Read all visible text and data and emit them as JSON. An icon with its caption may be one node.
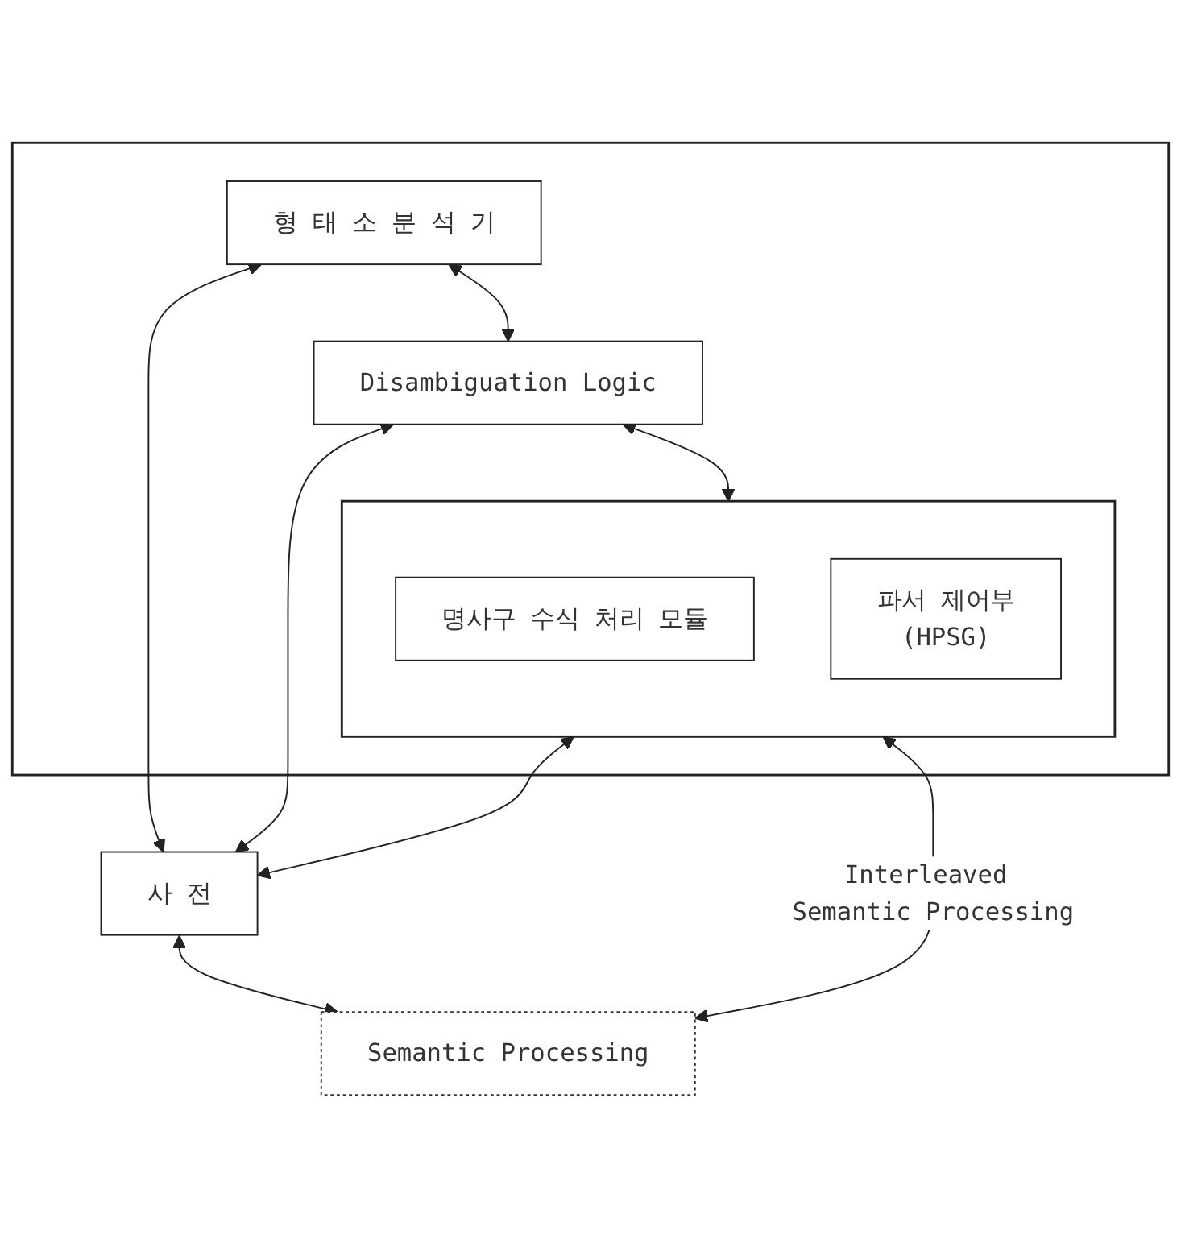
{
  "diagram": {
    "nodes": [
      {
        "text": [],
        "shape": "box"
      },
      {
        "text": [
          "형 태 소 분 석 기"
        ],
        "in": 0
      },
      {
        "text": [
          "Disambiguation Logic"
        ],
        "in": 0
      },
      {
        "text": [],
        "shape": "box",
        "in": 0
      },
      {
        "text": [
          "명사구 수식 처리 모듈"
        ],
        "in": 3
      },
      {
        "text": [
          "파서 제어부",
          "(HPSG)"
        ],
        "in": 3
      },
      {
        "text": [
          "사 전"
        ]
      },
      {
        "text": [
          "Semantic Processing"
        ]
      }
    ],
    "edges": [
      {
        "from": 1,
        "to": 2,
        "arrow": "both"
      },
      {
        "from": 2,
        "to": 3,
        "arrow": "both"
      },
      {
        "from": 1,
        "to": 6,
        "arrow": "both"
      },
      {
        "from": 2,
        "to": 6,
        "arrow": "both"
      },
      {
        "from": 3,
        "to": 6,
        "arrow": "both"
      },
      {
        "from": 6,
        "to": 7,
        "arrow": "both"
      },
      {
        "from": 3,
        "to": 7,
        "arrow": "both",
        "label": "Interleaved Semantic Processing"
      }
    ]
  }
}
